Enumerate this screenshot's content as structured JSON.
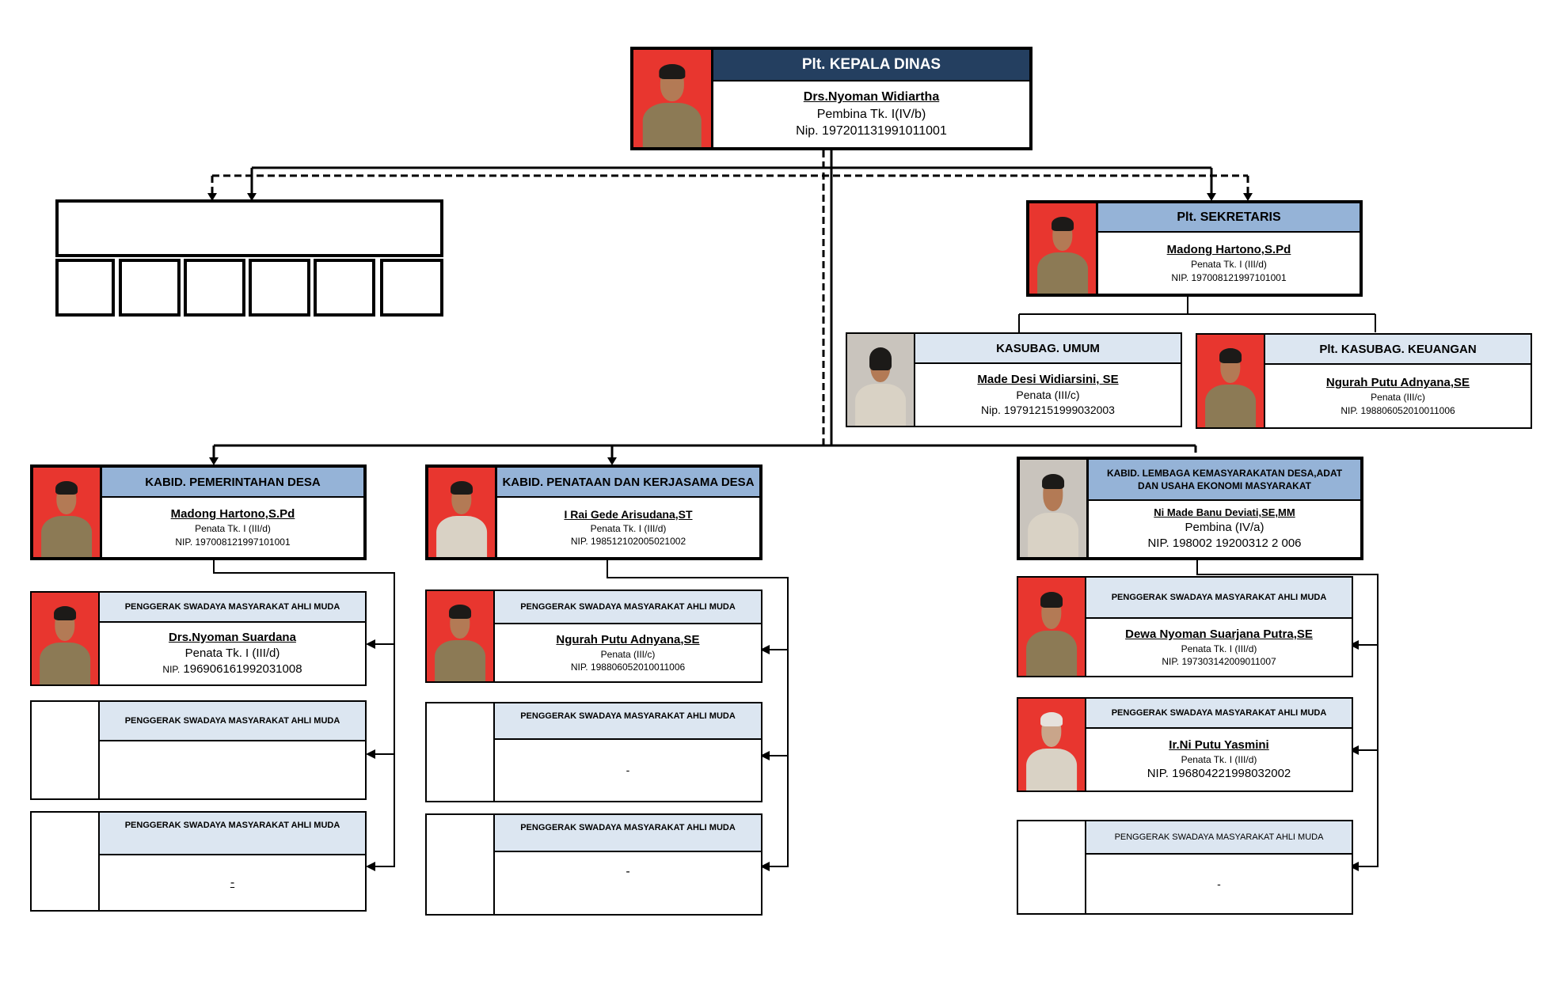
{
  "kepala": {
    "title": "Plt. KEPALA DINAS",
    "name": "Drs.Nyoman Widiartha",
    "rank": "Pembina Tk. I(IV/b)",
    "nip": "Nip. 197201131991011001"
  },
  "sekretaris": {
    "title": "Plt. SEKRETARIS",
    "name": "Madong Hartono,S.Pd",
    "rank": "Penata Tk. I  (III/d)",
    "nip": "NIP. 197008121997101001"
  },
  "umum": {
    "title": "KASUBAG. UMUM",
    "name": "Made Desi Widiarsini, SE",
    "rank": "Penata (III/c)",
    "nip": "Nip. 197912151999032003"
  },
  "keuangan": {
    "title": "Plt. KASUBAG. KEUANGAN",
    "name": "Ngurah Putu Adnyana,SE",
    "rank": "Penata  (III/c)",
    "nip": "NIP. 198806052010011006"
  },
  "kabid1": {
    "title": "KABID. PEMERINTAHAN DESA",
    "name": "Madong Hartono,S.Pd",
    "rank": "Penata Tk. I  (III/d)",
    "nip": "NIP. 197008121997101001"
  },
  "kabid2": {
    "title": "KABID. PENATAAN DAN KERJASAMA DESA",
    "name": "I Rai Gede Arisudana,ST",
    "rank": "Penata Tk. I  (III/d)",
    "nip": "NIP. 198512102005021002"
  },
  "kabid3": {
    "title": "KABID. LEMBAGA KEMASYARAKATAN DESA,ADAT DAN USAHA EKONOMI MASYARAKAT",
    "name": "Ni Made Banu Deviati,SE,MM",
    "rank": "Pembina (IV/a)",
    "nip": "NIP. 198002 19200312 2 006"
  },
  "staff_title": "PENGGERAK SWADAYA MASYARAKAT AHLI MUDA",
  "s1a": {
    "name": "Drs.Nyoman Suardana",
    "rank": "Penata Tk. I   (III/d)",
    "nip_label": "NIP.",
    "nip": "196906161992031008"
  },
  "s2a": {
    "name": "Ngurah Putu Adnyana,SE",
    "rank": "Penata  (III/c)",
    "nip": "NIP. 198806052010011006"
  },
  "s3a": {
    "name": "Dewa Nyoman Suarjana Putra,SE",
    "rank": "Penata Tk. I (III/d)",
    "nip": "NIP. 197303142009011007"
  },
  "s3b": {
    "name": "Ir.Ni Putu Yasmini",
    "rank": "Penata Tk. I (III/d)",
    "nip": "NIP. 196804221998032002"
  },
  "dash": "-"
}
